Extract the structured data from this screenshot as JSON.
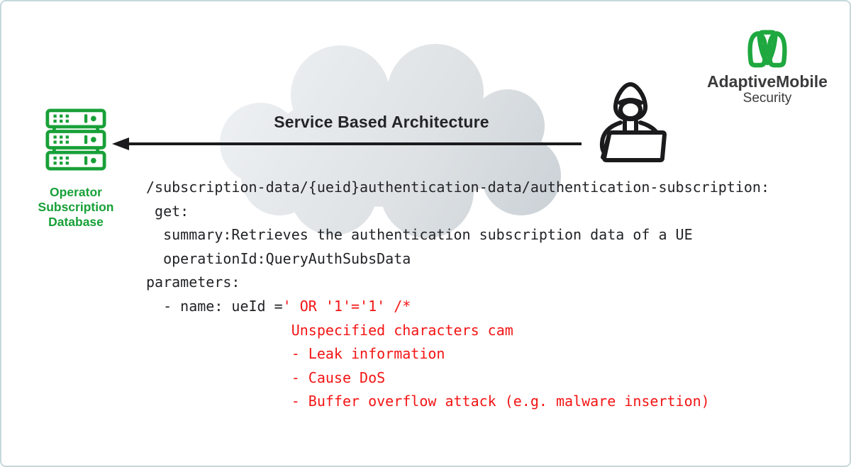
{
  "frame": {
    "border_color": "#c6d8dc",
    "background": "#ffffff"
  },
  "branding": {
    "company_name": "AdaptiveMobile",
    "company_subtitle": "Security",
    "logo_color": "#1ea83f",
    "logo_icon": "triple-loop-m-logo"
  },
  "database": {
    "icon": "server-stack-icon",
    "color": "#18a038",
    "label_lines": [
      "Operator",
      "Subscription",
      "Database"
    ]
  },
  "cloud": {
    "title": "Service Based Architecture",
    "shape": "cloud-shape",
    "fill_light": "#eceff1",
    "fill_dark": "#c9d0d5"
  },
  "arrow": {
    "icon": "attack-arrow-left",
    "color": "#1b1b1d",
    "direction": "attacker-to-database"
  },
  "attacker": {
    "icon": "hooded-hacker-laptop-icon",
    "color": "#1b1b1d"
  },
  "code": {
    "default_color": "#222326",
    "danger_color": "#f41414",
    "lines": [
      {
        "text": "/subscription-data/{ueid}authentication-data/authentication-subscription:",
        "danger": ""
      },
      {
        "text": " get:",
        "danger": ""
      },
      {
        "text": "  summary:Retrieves the authentication subscription data of a UE",
        "danger": ""
      },
      {
        "text": "  operationId:QueryAuthSubsData",
        "danger": ""
      },
      {
        "text": "parameters:",
        "danger": ""
      },
      {
        "text": "  - name: ueId =",
        "danger": "' OR '1'='1' /*"
      },
      {
        "text": "                 ",
        "danger": "Unspecified characters cam"
      },
      {
        "text": "                 ",
        "danger": "- Leak information"
      },
      {
        "text": "                 ",
        "danger": "- Cause DoS"
      },
      {
        "text": "                 ",
        "danger": "- Buffer overflow attack (e.g. malware insertion)"
      }
    ]
  }
}
